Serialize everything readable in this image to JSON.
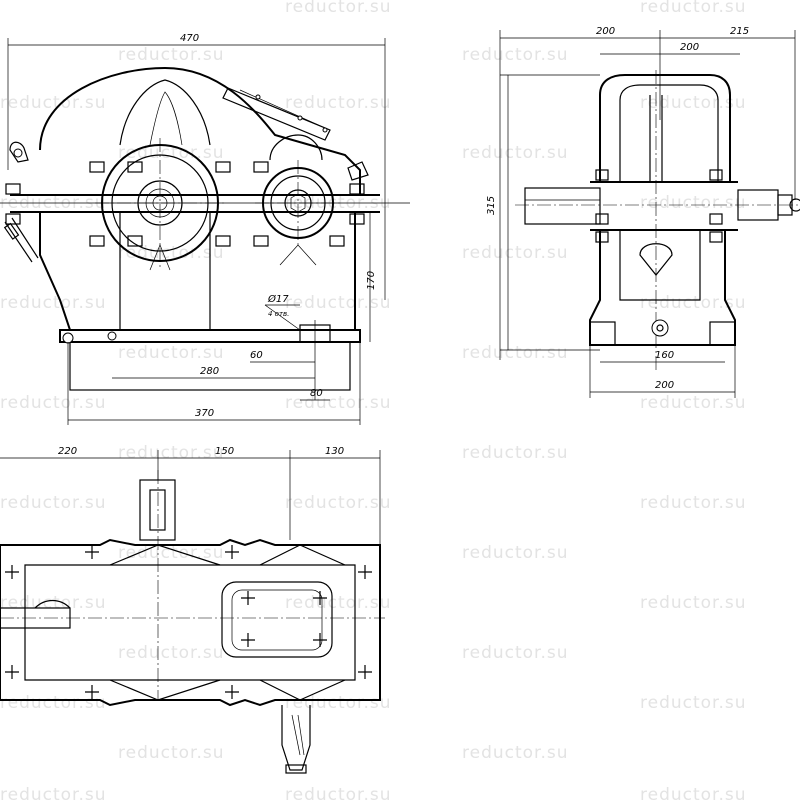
{
  "watermark": "reductor.su",
  "front_view": {
    "dim_overall_width": "470",
    "dim_base_length": "370",
    "dim_bolt_span": "280",
    "dim_offset": "60",
    "dim_foot": "80",
    "dim_height": "170",
    "dim_hole_dia": "Ø17",
    "dim_hole_count": "4 отв."
  },
  "side_view": {
    "dim_left": "200",
    "dim_mid": "200",
    "dim_right": "215",
    "dim_height": "315",
    "dim_inner": "160",
    "dim_outer": "200"
  },
  "plan_view": {
    "dim_a": "220",
    "dim_b": "150",
    "dim_c": "130"
  }
}
